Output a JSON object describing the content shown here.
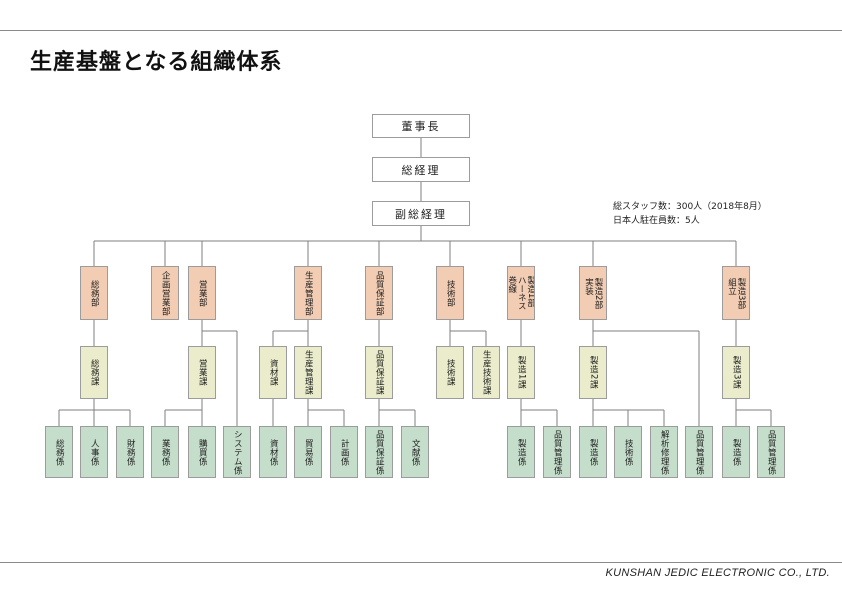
{
  "title": "生産基盤となる組織体系",
  "footer": "KUNSHAN JEDIC ELECTRONIC CO., LTD.",
  "note": {
    "staff": "総スタッフ数：300人（2018年8月）",
    "japanese": "日本人駐在員数：5人"
  },
  "colors": {
    "department": "#f2cdb3",
    "section": "#eaeccb",
    "unit": "#c5ddcb",
    "executive": "#ffffff"
  },
  "org": {
    "chairman": "董事長",
    "general_manager": "総経理",
    "deputy_general_manager": "副総経理",
    "departments": {
      "general_affairs": "総務部",
      "planning_sales": "企画営業部",
      "sales": "営業部",
      "production_control": "生産管理部",
      "quality_assurance": "品質保証部",
      "technology": "技術部",
      "harness_mfg": [
        "製造1部",
        "ハーネス",
        "巻線"
      ],
      "mounting_mfg": [
        "製造2部",
        "実装"
      ],
      "assembly_mfg": [
        "製造3部",
        "組立"
      ]
    },
    "sections": {
      "general_affairs": "総務課",
      "sales": "営業課",
      "materials": "資材課",
      "production_control": "生産管理課",
      "quality_assurance": "品質保証課",
      "technology": "技術課",
      "production_engineering": "生産技術課",
      "mfg1": "製造1課",
      "mfg2": "製造2課",
      "mfg3": "製造3課"
    },
    "units": {
      "general_affairs": "総務係",
      "personnel": "人事係",
      "finance": "財務係",
      "business": "業務係",
      "purchasing": "購買係",
      "system": "システム係",
      "materials": "資材係",
      "trade": "貿易係",
      "planning": "計画係",
      "quality_assurance": "品質保証係",
      "documents": "文献係",
      "mfg1": "製造係",
      "qc1": "品質管理係",
      "mfg2": "製造係",
      "tech2": "技術係",
      "analysis2": "解析修理係",
      "qc2": "品質管理係",
      "mfg3": "製造係",
      "qc3": "品質管理係"
    }
  }
}
